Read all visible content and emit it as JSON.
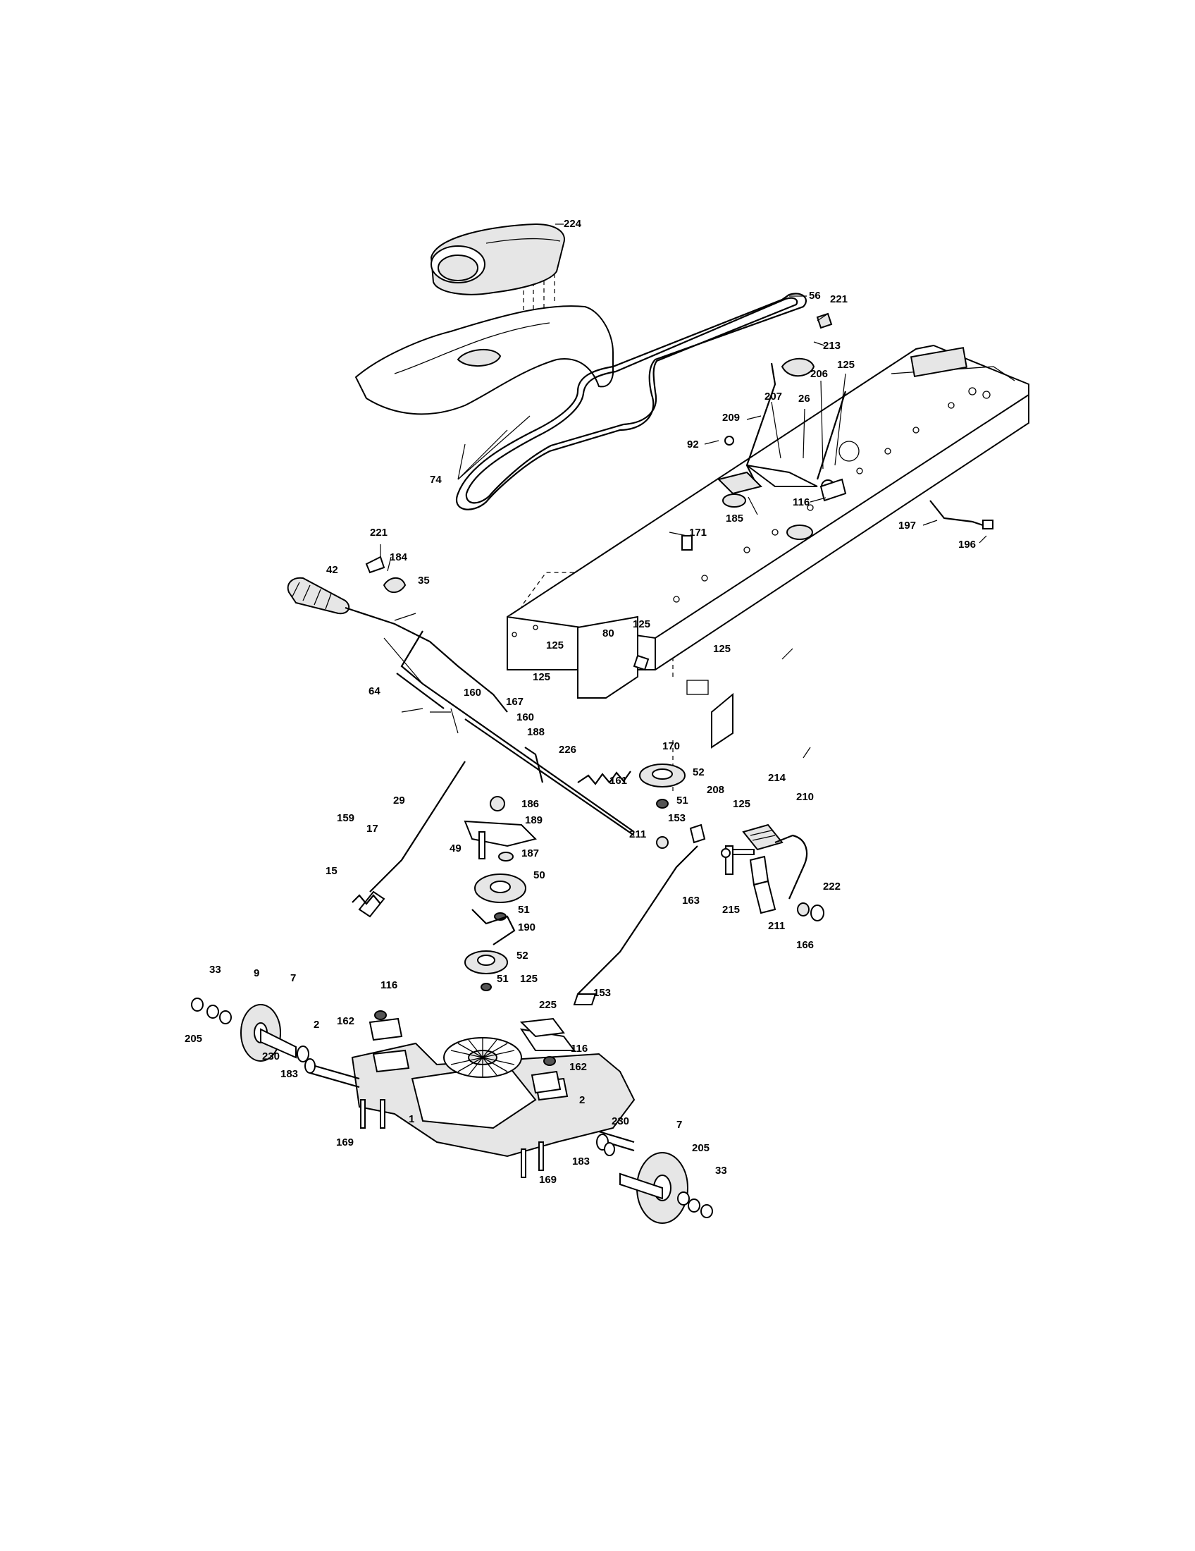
{
  "diagram": {
    "callouts": [
      {
        "id": "c224",
        "text": "224"
      },
      {
        "id": "c56",
        "text": "56"
      },
      {
        "id": "c221a",
        "text": "221"
      },
      {
        "id": "c213",
        "text": "213"
      },
      {
        "id": "c125a",
        "text": "125"
      },
      {
        "id": "c206",
        "text": "206"
      },
      {
        "id": "c207",
        "text": "207"
      },
      {
        "id": "c26",
        "text": "26"
      },
      {
        "id": "c209",
        "text": "209"
      },
      {
        "id": "c92",
        "text": "92"
      },
      {
        "id": "c74",
        "text": "74"
      },
      {
        "id": "c116a",
        "text": "116"
      },
      {
        "id": "c185",
        "text": "185"
      },
      {
        "id": "c197",
        "text": "197"
      },
      {
        "id": "c196",
        "text": "196"
      },
      {
        "id": "c171",
        "text": "171"
      },
      {
        "id": "c221b",
        "text": "221"
      },
      {
        "id": "c184",
        "text": "184"
      },
      {
        "id": "c42",
        "text": "42"
      },
      {
        "id": "c35",
        "text": "35"
      },
      {
        "id": "c125b",
        "text": "125"
      },
      {
        "id": "c80",
        "text": "80"
      },
      {
        "id": "c125c",
        "text": "125"
      },
      {
        "id": "c125d",
        "text": "125"
      },
      {
        "id": "c125e",
        "text": "125"
      },
      {
        "id": "c64",
        "text": "64"
      },
      {
        "id": "c160a",
        "text": "160"
      },
      {
        "id": "c167",
        "text": "167"
      },
      {
        "id": "c160b",
        "text": "160"
      },
      {
        "id": "c188",
        "text": "188"
      },
      {
        "id": "c226",
        "text": "226"
      },
      {
        "id": "c170",
        "text": "170"
      },
      {
        "id": "c161",
        "text": "161"
      },
      {
        "id": "c52a",
        "text": "52"
      },
      {
        "id": "c214",
        "text": "214"
      },
      {
        "id": "c210",
        "text": "210"
      },
      {
        "id": "c208",
        "text": "208"
      },
      {
        "id": "c125f",
        "text": "125"
      },
      {
        "id": "c51a",
        "text": "51"
      },
      {
        "id": "c186",
        "text": "186"
      },
      {
        "id": "c153a",
        "text": "153"
      },
      {
        "id": "c29",
        "text": "29"
      },
      {
        "id": "c189",
        "text": "189"
      },
      {
        "id": "c159",
        "text": "159"
      },
      {
        "id": "c17",
        "text": "17"
      },
      {
        "id": "c15",
        "text": "15"
      },
      {
        "id": "c211a",
        "text": "211"
      },
      {
        "id": "c49",
        "text": "49"
      },
      {
        "id": "c187",
        "text": "187"
      },
      {
        "id": "c50",
        "text": "50"
      },
      {
        "id": "c222",
        "text": "222"
      },
      {
        "id": "c163",
        "text": "163"
      },
      {
        "id": "c215",
        "text": "215"
      },
      {
        "id": "c211b",
        "text": "211"
      },
      {
        "id": "c166",
        "text": "166"
      },
      {
        "id": "c51b",
        "text": "51"
      },
      {
        "id": "c190",
        "text": "190"
      },
      {
        "id": "c52b",
        "text": "52"
      },
      {
        "id": "c33a",
        "text": "33"
      },
      {
        "id": "c9",
        "text": "9"
      },
      {
        "id": "c7a",
        "text": "7"
      },
      {
        "id": "c51c",
        "text": "51"
      },
      {
        "id": "c125g",
        "text": "125"
      },
      {
        "id": "c153b",
        "text": "153"
      },
      {
        "id": "c116b",
        "text": "116"
      },
      {
        "id": "c225",
        "text": "225"
      },
      {
        "id": "c205a",
        "text": "205"
      },
      {
        "id": "c2a",
        "text": "2"
      },
      {
        "id": "c162a",
        "text": "162"
      },
      {
        "id": "c230a",
        "text": "230"
      },
      {
        "id": "c183a",
        "text": "183"
      },
      {
        "id": "c116c",
        "text": "116"
      },
      {
        "id": "c162b",
        "text": "162"
      },
      {
        "id": "c2b",
        "text": "2"
      },
      {
        "id": "c1",
        "text": "1"
      },
      {
        "id": "c169a",
        "text": "169"
      },
      {
        "id": "c230b",
        "text": "230"
      },
      {
        "id": "c7b",
        "text": "7"
      },
      {
        "id": "c205b",
        "text": "205"
      },
      {
        "id": "c33b",
        "text": "33"
      },
      {
        "id": "c183b",
        "text": "183"
      },
      {
        "id": "c169b",
        "text": "169"
      }
    ]
  }
}
